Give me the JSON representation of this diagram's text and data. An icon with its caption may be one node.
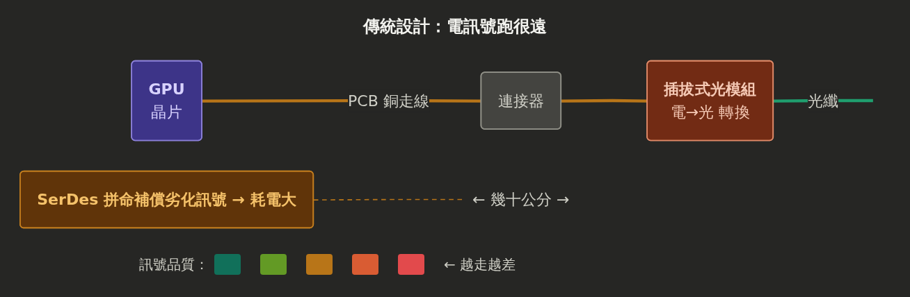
{
  "diagram": {
    "title": "傳統設計：電訊號跑很遠",
    "nodes": [
      {
        "text": [
          "GPU",
          "晶片"
        ]
      },
      {
        "text": [
          "連接器"
        ]
      },
      {
        "text": [
          "插拔式光模組",
          "電→光 轉換"
        ]
      },
      {
        "text": [
          "← 幾十公分 →"
        ]
      },
      {
        "text": [
          "SerDes 拼命補償劣化訊號 → 耗電大"
        ]
      }
    ],
    "edges": [
      {
        "from": 0,
        "to": 1,
        "arrow": "none",
        "label": "PCB 銅走線"
      },
      {
        "from": 1,
        "to": 2,
        "arrow": "none"
      },
      {
        "from": 2,
        "to": null,
        "arrow": "none",
        "label": "光纖",
        "color": "#1f9e6e"
      },
      {
        "from": 4,
        "to": 3,
        "arrow": "none",
        "style": "dashed"
      }
    ],
    "labels": [
      "訊號品質：",
      "← 越走越差"
    ]
  }
}
